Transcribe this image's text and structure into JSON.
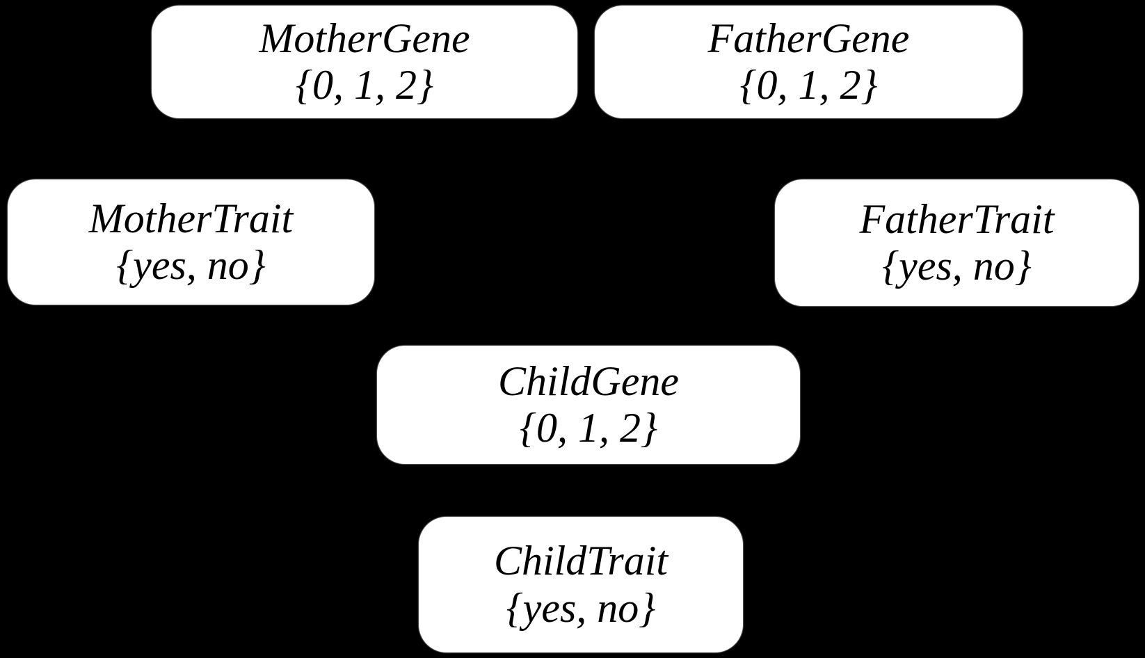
{
  "diagram": {
    "type": "bayesian-network",
    "background_color": "#000000",
    "node_fill_color": "#ffffff",
    "node_text_color": "#000000",
    "nodes": [
      {
        "name": "MotherGene",
        "states": "{0, 1, 2}"
      },
      {
        "name": "FatherGene",
        "states": "{0, 1, 2}"
      },
      {
        "name": "MotherTrait",
        "states": "{yes, no}"
      },
      {
        "name": "FatherTrait",
        "states": "{yes, no}"
      },
      {
        "name": "ChildGene",
        "states": "{0, 1, 2}"
      },
      {
        "name": "ChildTrait",
        "states": "{yes, no}"
      }
    ]
  }
}
